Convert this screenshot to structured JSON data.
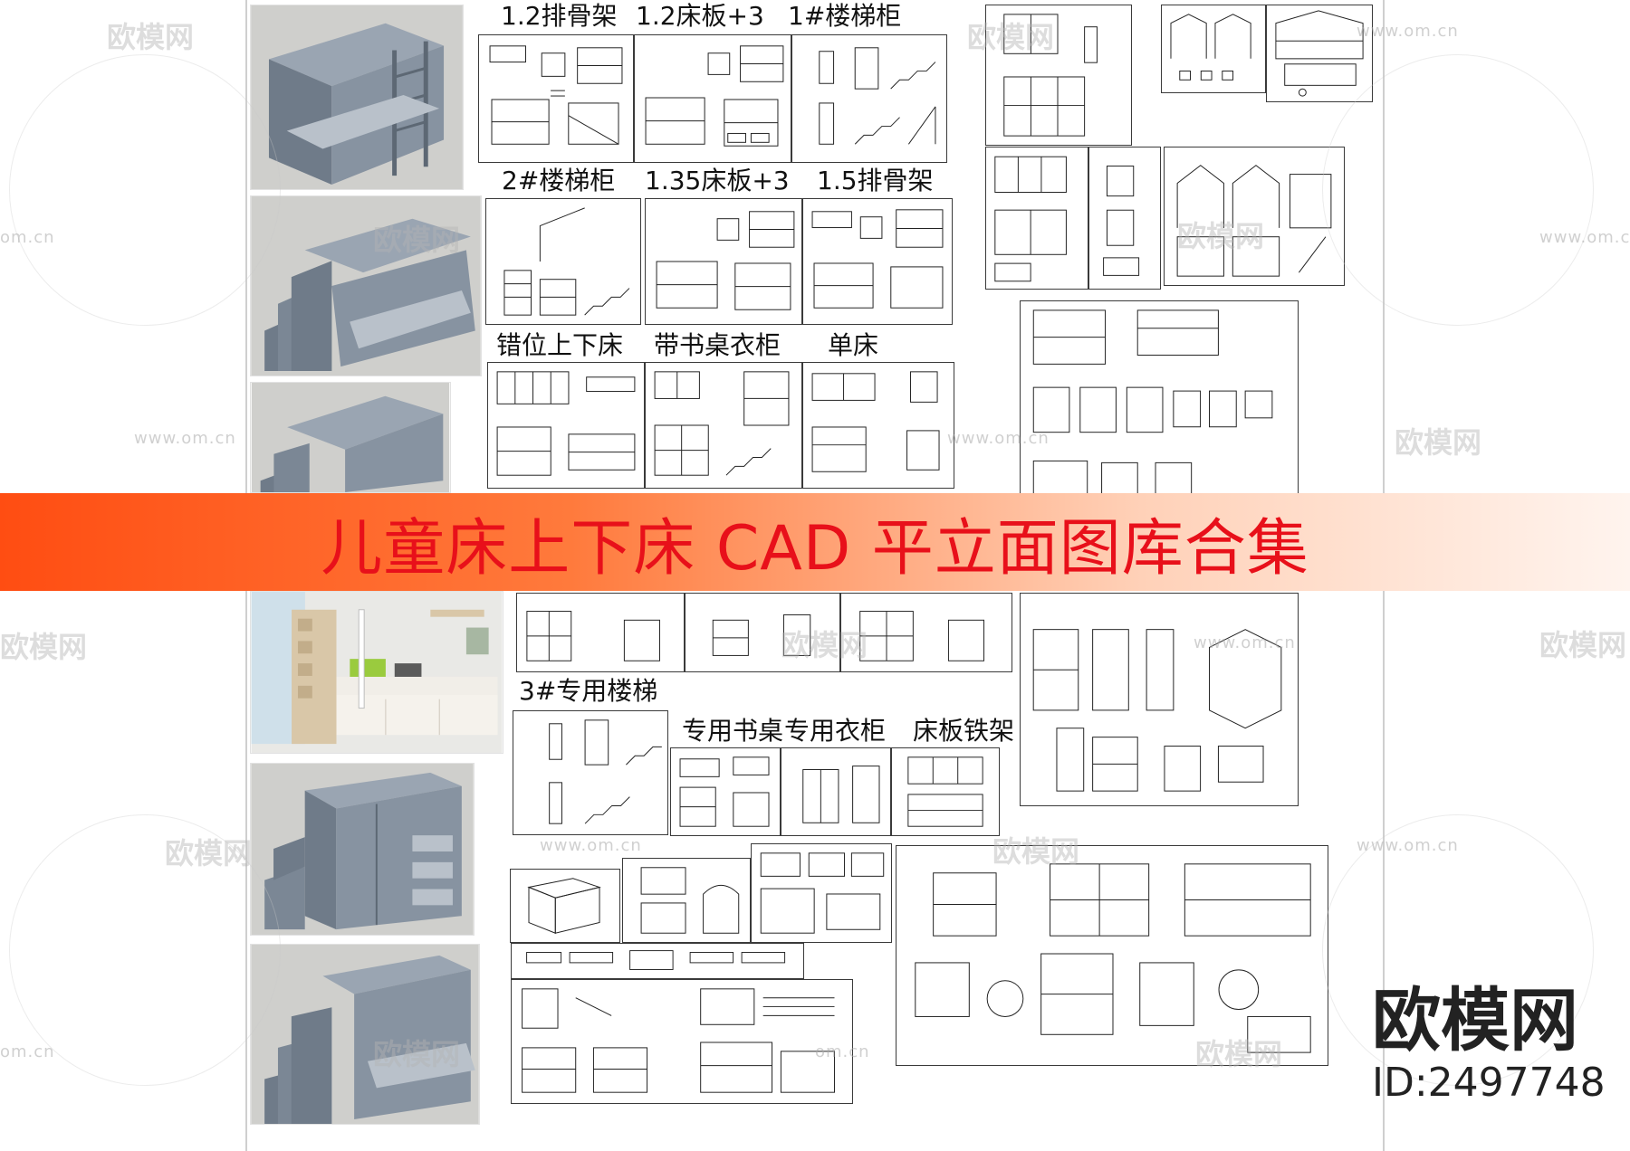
{
  "banner": {
    "title": "儿童床上下床 CAD 平立面图库合集",
    "color": "#e8101a"
  },
  "brand": {
    "name": "欧模网",
    "id": "ID:2497748"
  },
  "watermark": {
    "logo": "欧模网",
    "url": "www.om.cn",
    "short": "om.cn"
  },
  "cad_titles": [
    "1.2排骨架",
    "1.2床板+3",
    "1#楼梯柜",
    "抽",
    "2#楼梯柜",
    "1.35床板+3",
    "1.5排骨架",
    "抽",
    "错位上下床",
    "带书桌衣柜",
    "单床",
    "3#专用楼梯",
    "柜",
    "专用书桌",
    "专用衣柜",
    "床板铁架"
  ],
  "colors": {
    "banner_start": "#ff4d12",
    "banner_end": "#fff4ee",
    "render_gray": "#8a96a5",
    "render_bg": "#c9c9c6"
  },
  "icons": {
    "watermark_logo": "sofa-icon"
  }
}
